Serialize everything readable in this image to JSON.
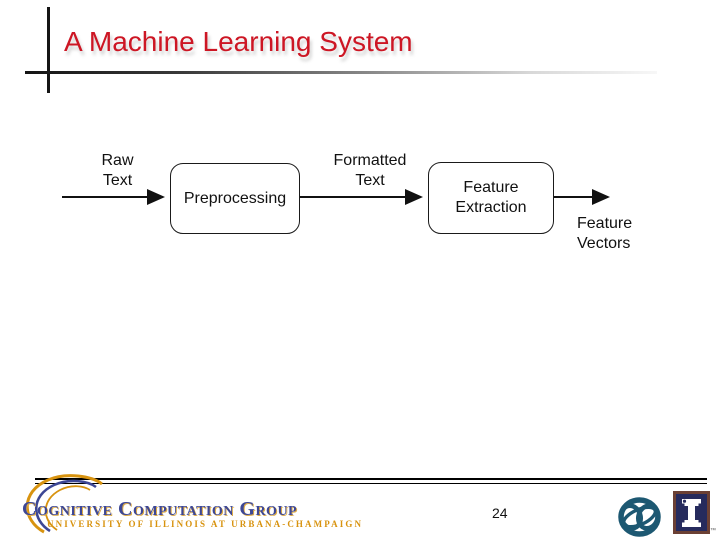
{
  "slide": {
    "title": "A Machine Learning System",
    "page_number": "24"
  },
  "diagram": {
    "labels": {
      "raw_text": "Raw\nText",
      "formatted_text": "Formatted\nText",
      "feature_vectors": "Feature\nVectors"
    },
    "boxes": {
      "preprocessing": "Preprocessing",
      "feature_extraction": "Feature\nExtraction"
    }
  },
  "footer": {
    "org_name": "Cognitive Computation Group",
    "org_subtitle": "UNIVERSITY OF ILLINOIS AT URBANA-CHAMPAIGN",
    "trademark": "™",
    "icons": {
      "swoosh": "swoosh-arcs-icon",
      "knot": "knot-sphere-logo-icon",
      "block_i": "illinois-block-i-logo-icon"
    }
  },
  "colors": {
    "title_red": "#cd1624",
    "line_black": "#111111",
    "footer_navy": "#3d4795",
    "footer_gold": "#d8930f",
    "knot_teal": "#1d5872",
    "illini_navy": "#262b5d",
    "illini_border": "#6b4034"
  }
}
